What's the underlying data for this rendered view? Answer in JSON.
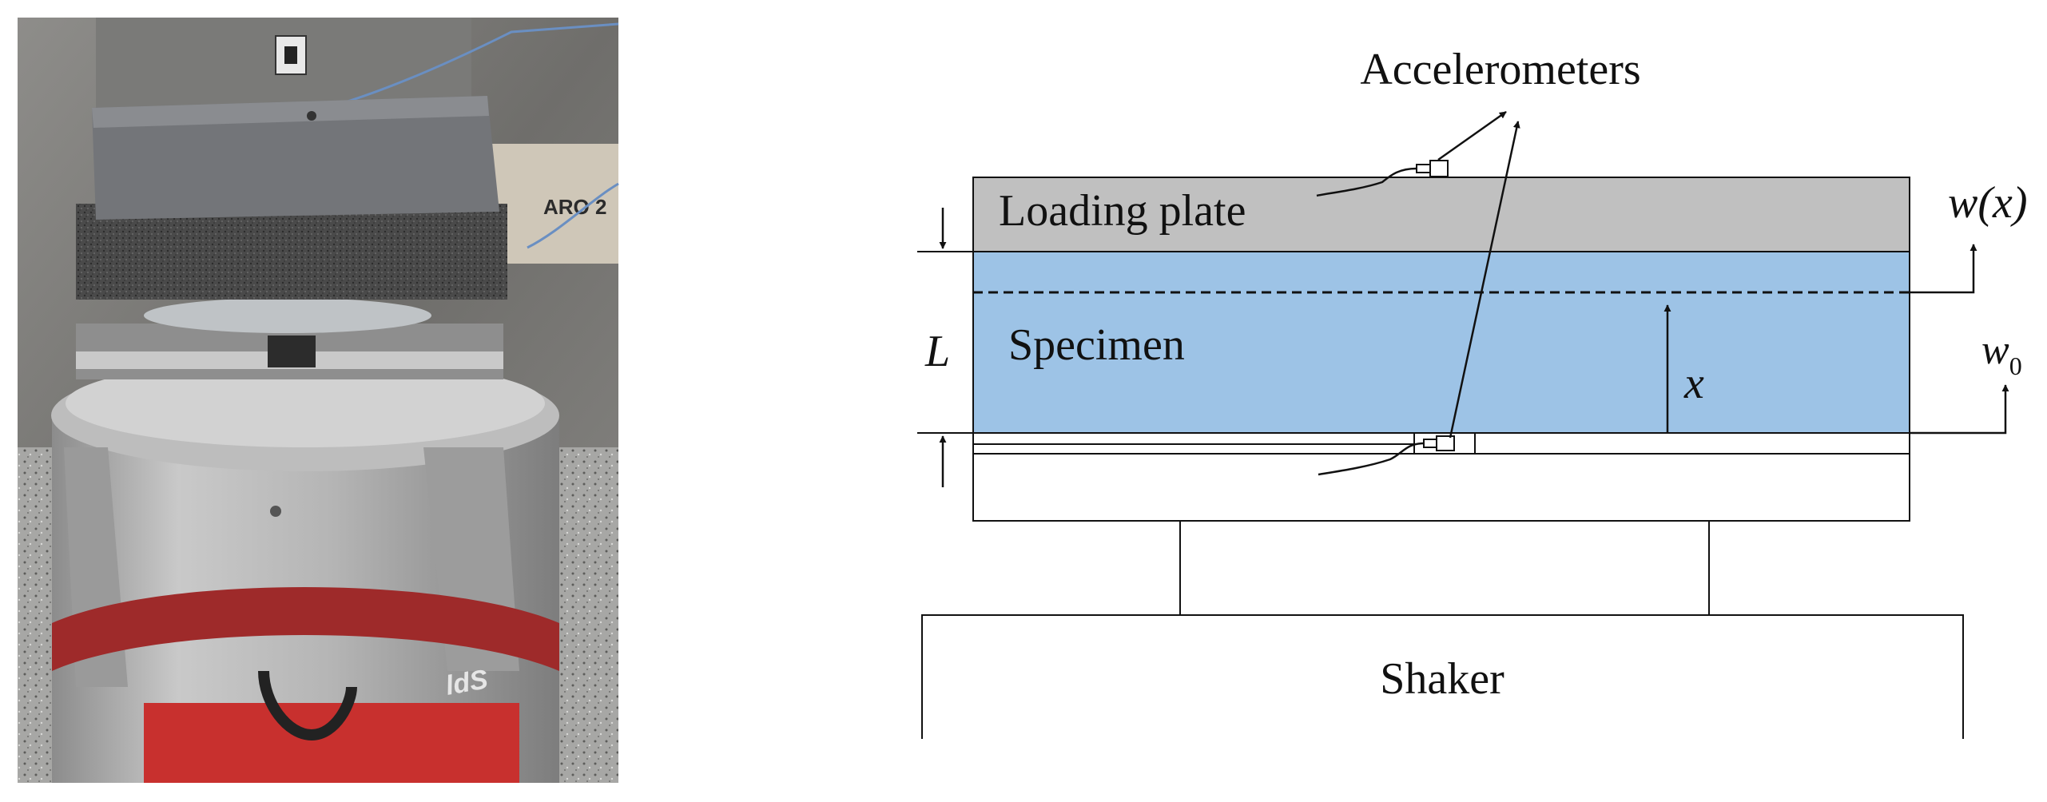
{
  "photo": {
    "device_text": "ldS",
    "box_text": "ARO 2"
  },
  "diagram": {
    "labels": {
      "accelerometers": "Accelerometers",
      "loading_plate": "Loading plate",
      "specimen": "Specimen",
      "shaker": "Shaker",
      "thickness": "L",
      "height_var": "x",
      "response": "w(x)",
      "input_base": "w",
      "input_sub": "0"
    },
    "colors": {
      "loading_plate": "#c0c0c0",
      "specimen": "#9dc3e6",
      "line": "#111111"
    }
  }
}
